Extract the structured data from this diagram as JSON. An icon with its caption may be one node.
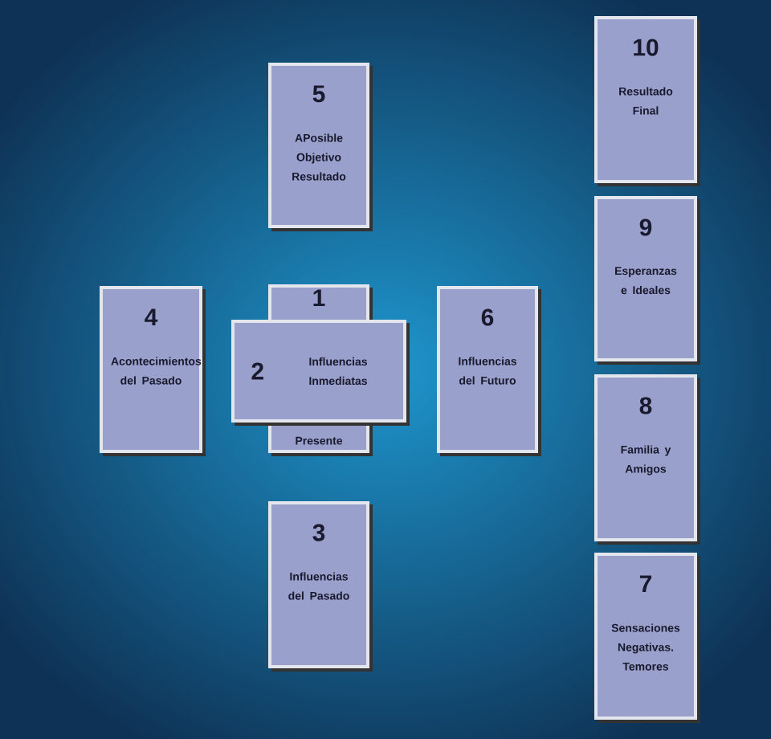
{
  "diagram": {
    "nodes": [
      {
        "text": [
          "1"
        ]
      },
      {
        "text": [
          "2",
          "Influencias Inmediatas"
        ]
      },
      {
        "text": [
          "Presente"
        ]
      },
      {
        "text": [
          "3",
          "Influencias del Pasado"
        ]
      },
      {
        "text": [
          "4",
          "Acontecimientos del Pasado"
        ]
      },
      {
        "text": [
          "5",
          "APosible Objetivo Resultado"
        ]
      },
      {
        "text": [
          "6",
          "Influencias del Futuro"
        ]
      },
      {
        "text": [
          "7",
          "Sensaciones Negativas. Temores"
        ]
      },
      {
        "text": [
          "8",
          "Familia y Amigos"
        ]
      },
      {
        "text": [
          "9",
          "Esperanzas e Ideales"
        ]
      },
      {
        "text": [
          "10",
          "Resultado Final"
        ]
      }
    ]
  }
}
